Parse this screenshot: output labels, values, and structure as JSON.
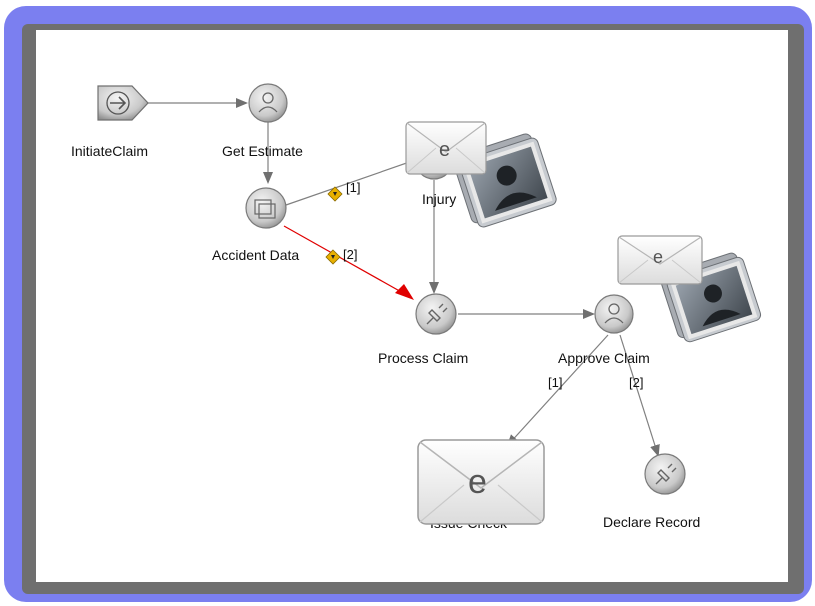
{
  "nodes": {
    "initiate_claim": "InitiateClaim",
    "get_estimate": "Get Estimate",
    "accident_data": "Accident Data",
    "injury": "Injury",
    "process_claim": "Process Claim",
    "approve_claim": "Approve Claim",
    "issue_check": "Issue Check",
    "declare_record": "Declare Record"
  },
  "edges": {
    "accident_injury_label": "[1]",
    "accident_process_label": "[2]",
    "approve_issue_label": "[1]",
    "approve_declare_label": "[2]"
  },
  "icons": {
    "envelope_glyph": "e",
    "start": "start-arrow-icon",
    "human_task": "person-icon",
    "data_task": "stack-icon",
    "service_task": "plug-icon",
    "decision": "diamond-decision-icon",
    "email": "envelope-icon",
    "photo": "photo-icon"
  },
  "colors": {
    "frame": "#7b7ff0",
    "highlight_edge": "#e00000",
    "decision": "#e8b000"
  }
}
